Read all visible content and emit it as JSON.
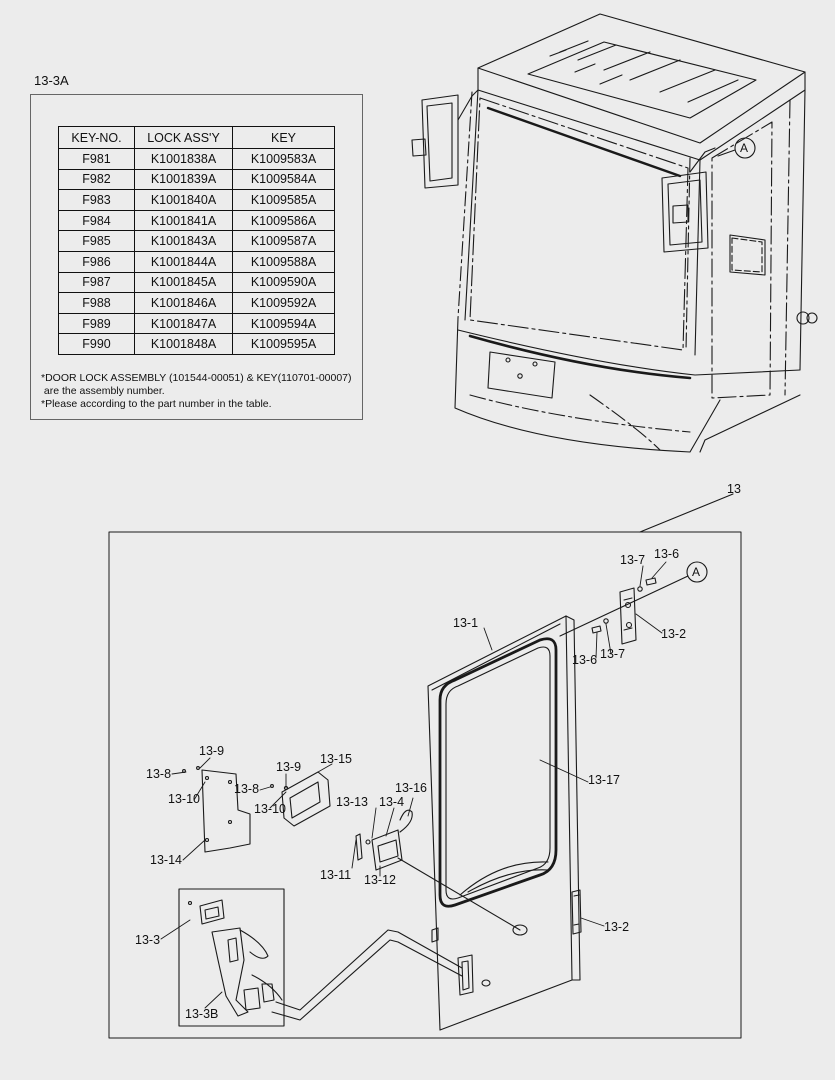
{
  "table": {
    "caption": "13-3A",
    "headers": [
      "KEY-NO.",
      "LOCK ASS'Y",
      "KEY"
    ],
    "rows": [
      [
        "F981",
        "K1001838A",
        "K1009583A"
      ],
      [
        "F982",
        "K1001839A",
        "K1009584A"
      ],
      [
        "F983",
        "K1001840A",
        "K1009585A"
      ],
      [
        "F984",
        "K1001841A",
        "K1009586A"
      ],
      [
        "F985",
        "K1001843A",
        "K1009587A"
      ],
      [
        "F986",
        "K1001844A",
        "K1009588A"
      ],
      [
        "F987",
        "K1001845A",
        "K1009590A"
      ],
      [
        "F988",
        "K1001846A",
        "K1009592A"
      ],
      [
        "F989",
        "K1001847A",
        "K1009594A"
      ],
      [
        "F990",
        "K1001848A",
        "K1009595A"
      ]
    ],
    "note1": "*DOOR LOCK ASSEMBLY (101544-00051) & KEY(110701-00007)",
    "note2": " are the assembly number.",
    "note3": "*Please according to the part number in the table."
  },
  "labels": {
    "a_cab": "A",
    "a_door": "A",
    "l13": "13",
    "l13_1": "13-1",
    "l13_2a": "13-2",
    "l13_2b": "13-2",
    "l13_3": "13-3",
    "l13_3b": "13-3B",
    "l13_4": "13-4",
    "l13_6a": "13-6",
    "l13_6b": "13-6",
    "l13_7a": "13-7",
    "l13_7b": "13-7",
    "l13_8a": "13-8",
    "l13_8b": "13-8",
    "l13_9a": "13-9",
    "l13_9b": "13-9",
    "l13_10a": "13-10",
    "l13_10b": "13-10",
    "l13_11": "13-11",
    "l13_12": "13-12",
    "l13_13": "13-13",
    "l13_14": "13-14",
    "l13_15": "13-15",
    "l13_16": "13-16",
    "l13_17": "13-17"
  }
}
